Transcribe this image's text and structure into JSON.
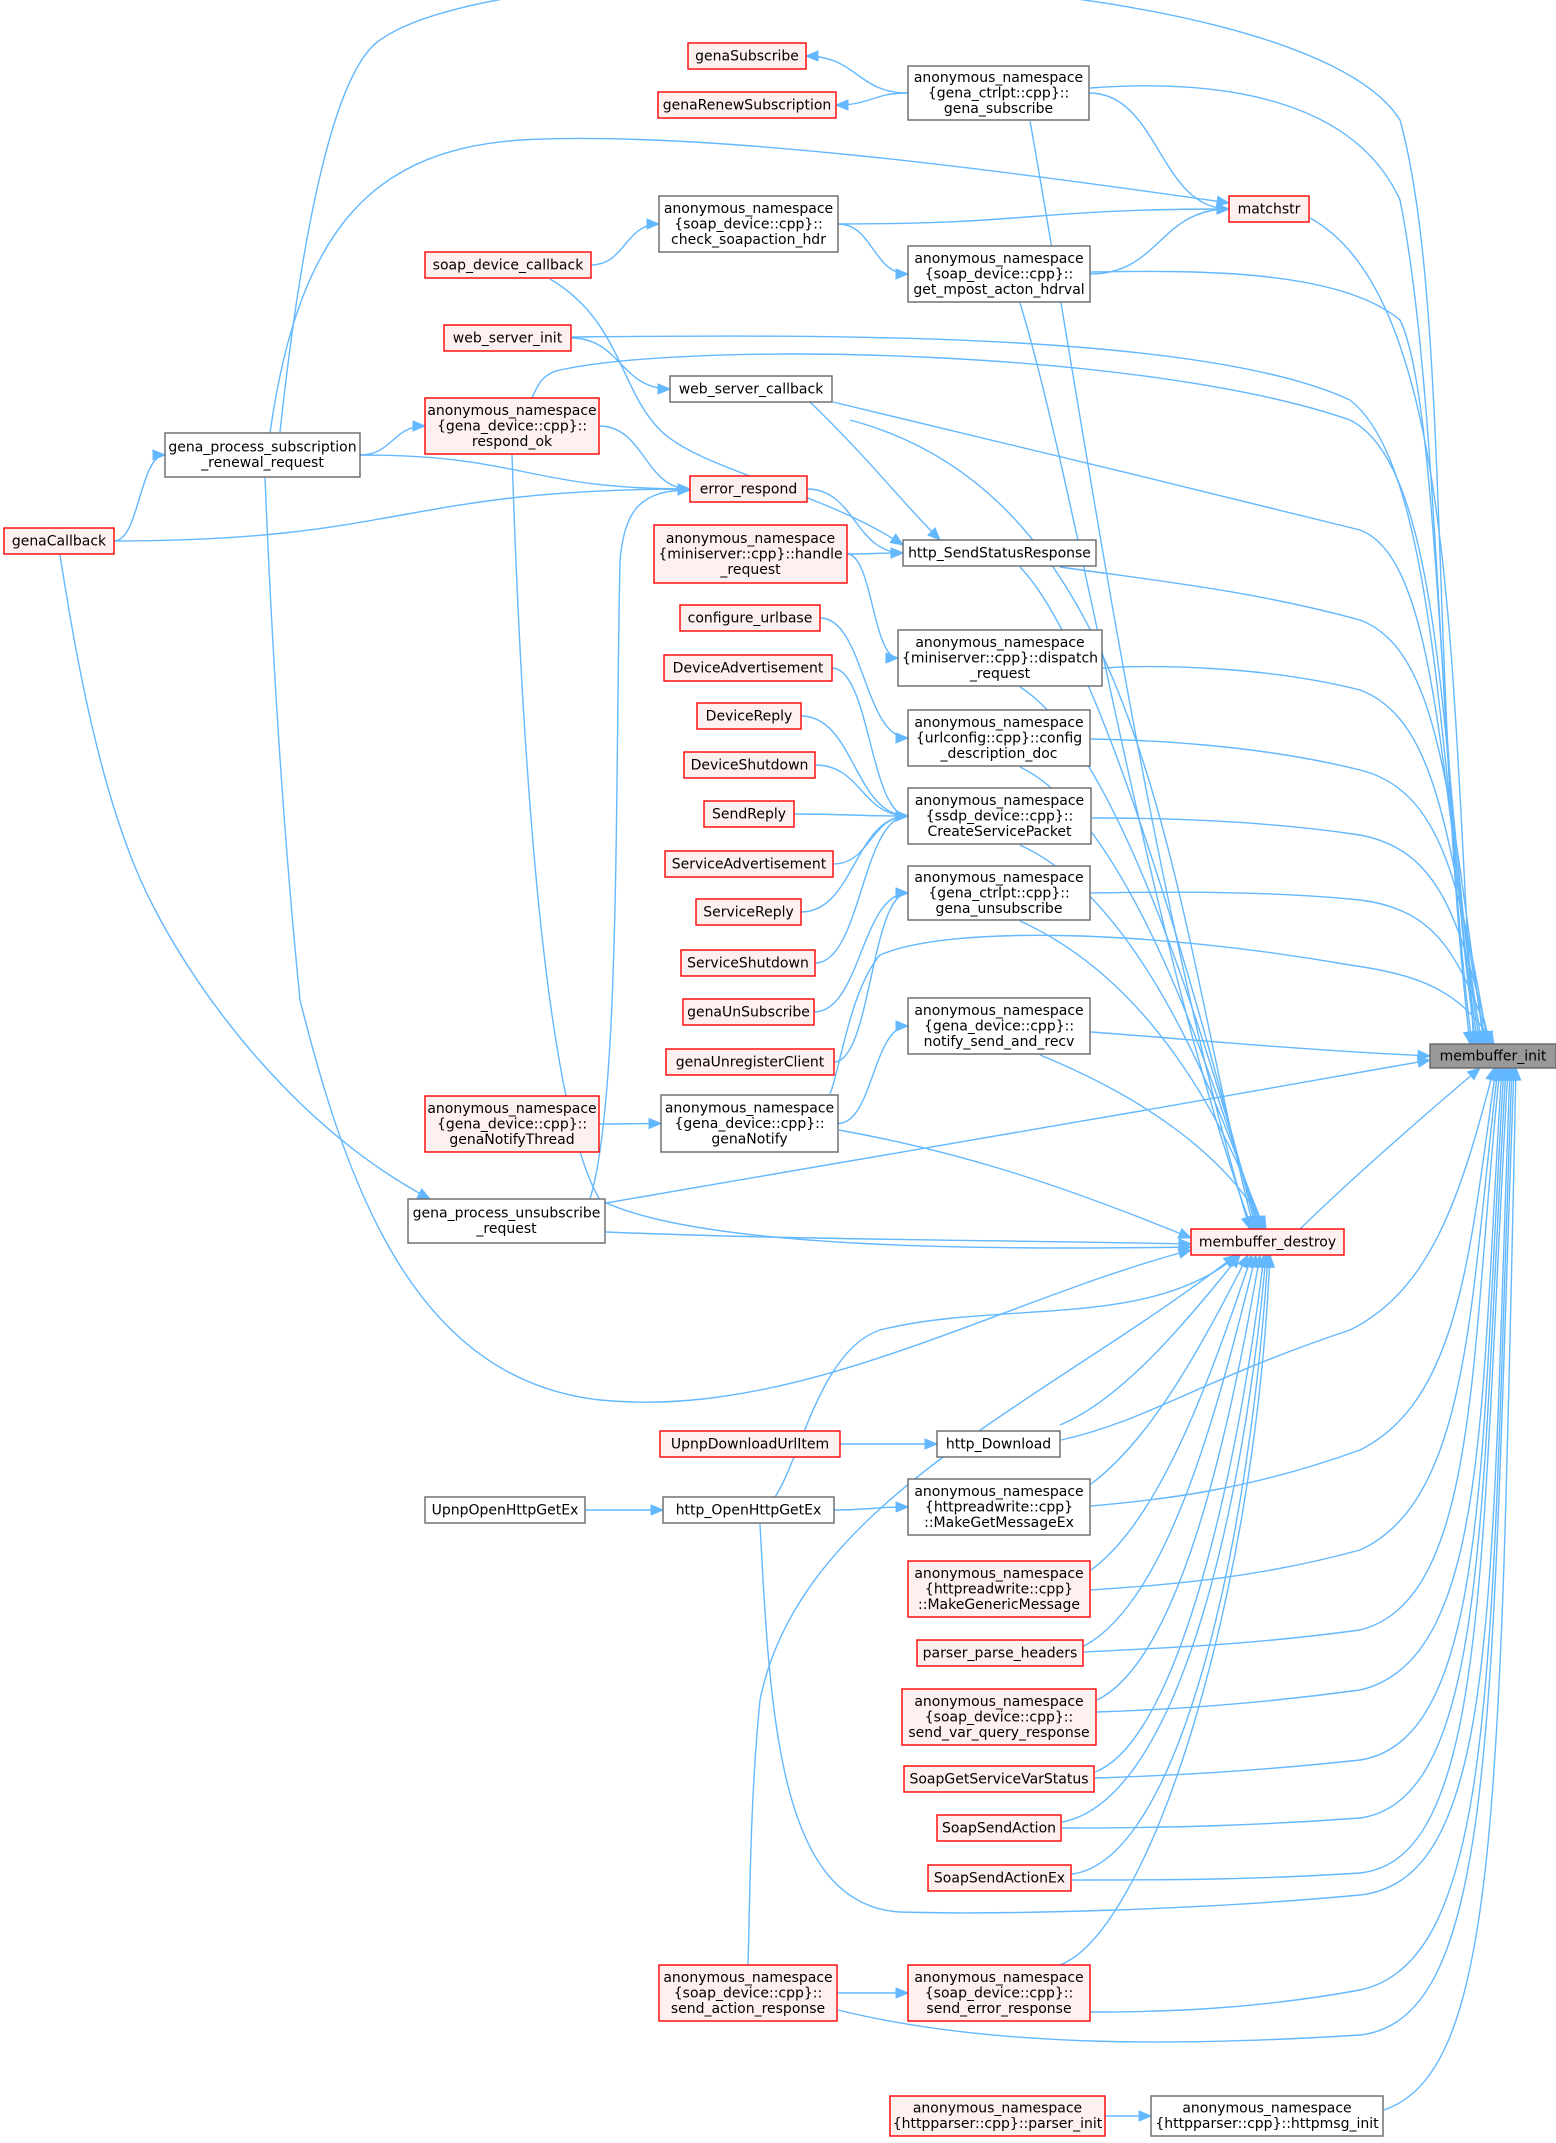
{
  "colors": {
    "edge": "#63b8ff",
    "node_border": "#666666",
    "node_fill": "#ffffff",
    "missing_doc_border": "#ff0000",
    "missing_doc_fill": "#fff0f0",
    "focus_fill": "#999999"
  },
  "nodes": [
    {
      "id": "membuffer_init",
      "lines": [
        "membuffer_init"
      ],
      "style": "focus"
    },
    {
      "id": "membuffer_destroy",
      "lines": [
        "membuffer_destroy"
      ],
      "style": "red"
    },
    {
      "id": "matchstr",
      "lines": [
        "matchstr"
      ],
      "style": "red"
    },
    {
      "id": "genaSubscribe",
      "lines": [
        "genaSubscribe"
      ],
      "style": "red"
    },
    {
      "id": "genaRenewSubscription",
      "lines": [
        "genaRenewSubscription"
      ],
      "style": "red"
    },
    {
      "id": "gena_subscribe",
      "lines": [
        "anonymous_namespace",
        "{gena_ctrlpt::cpp}::",
        "gena_subscribe"
      ],
      "style": "plain"
    },
    {
      "id": "check_soapaction_hdr",
      "lines": [
        "anonymous_namespace",
        "{soap_device::cpp}::",
        "check_soapaction_hdr"
      ],
      "style": "plain"
    },
    {
      "id": "get_mpost_acton_hdrval",
      "lines": [
        "anonymous_namespace",
        "{soap_device::cpp}::",
        "get_mpost_acton_hdrval"
      ],
      "style": "plain"
    },
    {
      "id": "soap_device_callback",
      "lines": [
        "soap_device_callback"
      ],
      "style": "red"
    },
    {
      "id": "web_server_init",
      "lines": [
        "web_server_init"
      ],
      "style": "red"
    },
    {
      "id": "web_server_callback",
      "lines": [
        "web_server_callback"
      ],
      "style": "plain"
    },
    {
      "id": "respond_ok",
      "lines": [
        "anonymous_namespace",
        "{gena_device::cpp}::",
        "respond_ok"
      ],
      "style": "red"
    },
    {
      "id": "gena_process_subscription_renewal_request",
      "lines": [
        "gena_process_subscription",
        "_renewal_request"
      ],
      "style": "plain"
    },
    {
      "id": "error_respond",
      "lines": [
        "error_respond"
      ],
      "style": "red"
    },
    {
      "id": "genaCallback",
      "lines": [
        "genaCallback"
      ],
      "style": "red"
    },
    {
      "id": "handle_request",
      "lines": [
        "anonymous_namespace",
        "{miniserver::cpp}::handle",
        "_request"
      ],
      "style": "red"
    },
    {
      "id": "http_SendStatusResponse",
      "lines": [
        "http_SendStatusResponse"
      ],
      "style": "plain"
    },
    {
      "id": "configure_urlbase",
      "lines": [
        "configure_urlbase"
      ],
      "style": "red"
    },
    {
      "id": "dispatch_request",
      "lines": [
        "anonymous_namespace",
        "{miniserver::cpp}::dispatch",
        "_request"
      ],
      "style": "plain"
    },
    {
      "id": "DeviceAdvertisement",
      "lines": [
        "DeviceAdvertisement"
      ],
      "style": "red"
    },
    {
      "id": "config_description_doc",
      "lines": [
        "anonymous_namespace",
        "{urlconfig::cpp}::config",
        "_description_doc"
      ],
      "style": "plain"
    },
    {
      "id": "DeviceReply",
      "lines": [
        "DeviceReply"
      ],
      "style": "red"
    },
    {
      "id": "DeviceShutdown",
      "lines": [
        "DeviceShutdown"
      ],
      "style": "red"
    },
    {
      "id": "CreateServicePacket",
      "lines": [
        "anonymous_namespace",
        "{ssdp_device::cpp}::",
        "CreateServicePacket"
      ],
      "style": "plain"
    },
    {
      "id": "SendReply",
      "lines": [
        "SendReply"
      ],
      "style": "red"
    },
    {
      "id": "ServiceAdvertisement",
      "lines": [
        "ServiceAdvertisement"
      ],
      "style": "red"
    },
    {
      "id": "ServiceReply",
      "lines": [
        "ServiceReply"
      ],
      "style": "red"
    },
    {
      "id": "gena_unsubscribe",
      "lines": [
        "anonymous_namespace",
        "{gena_ctrlpt::cpp}::",
        "gena_unsubscribe"
      ],
      "style": "plain"
    },
    {
      "id": "ServiceShutdown",
      "lines": [
        "ServiceShutdown"
      ],
      "style": "red"
    },
    {
      "id": "genaUnSubscribe",
      "lines": [
        "genaUnSubscribe"
      ],
      "style": "red"
    },
    {
      "id": "genaUnregisterClient",
      "lines": [
        "genaUnregisterClient"
      ],
      "style": "red"
    },
    {
      "id": "notify_send_and_recv",
      "lines": [
        "anonymous_namespace",
        "{gena_device::cpp}::",
        "notify_send_and_recv"
      ],
      "style": "plain"
    },
    {
      "id": "genaNotifyThread",
      "lines": [
        "anonymous_namespace",
        "{gena_device::cpp}::",
        "genaNotifyThread"
      ],
      "style": "red"
    },
    {
      "id": "genaNotify",
      "lines": [
        "anonymous_namespace",
        "{gena_device::cpp}::",
        "genaNotify"
      ],
      "style": "plain"
    },
    {
      "id": "gena_process_unsubscribe_request",
      "lines": [
        "gena_process_unsubscribe",
        "_request"
      ],
      "style": "plain"
    },
    {
      "id": "UpnpDownloadUrlItem",
      "lines": [
        "UpnpDownloadUrlItem"
      ],
      "style": "red"
    },
    {
      "id": "http_Download",
      "lines": [
        "http_Download"
      ],
      "style": "plain"
    },
    {
      "id": "UpnpOpenHttpGetEx",
      "lines": [
        "UpnpOpenHttpGetEx"
      ],
      "style": "plain"
    },
    {
      "id": "http_OpenHttpGetEx",
      "lines": [
        "http_OpenHttpGetEx"
      ],
      "style": "plain"
    },
    {
      "id": "MakeGetMessageEx",
      "lines": [
        "anonymous_namespace",
        "{httpreadwrite::cpp}",
        "::MakeGetMessageEx"
      ],
      "style": "plain"
    },
    {
      "id": "MakeGenericMessage",
      "lines": [
        "anonymous_namespace",
        "{httpreadwrite::cpp}",
        "::MakeGenericMessage"
      ],
      "style": "red"
    },
    {
      "id": "parser_parse_headers",
      "lines": [
        "parser_parse_headers"
      ],
      "style": "red"
    },
    {
      "id": "send_var_query_response",
      "lines": [
        "anonymous_namespace",
        "{soap_device::cpp}::",
        "send_var_query_response"
      ],
      "style": "red"
    },
    {
      "id": "SoapGetServiceVarStatus",
      "lines": [
        "SoapGetServiceVarStatus"
      ],
      "style": "red"
    },
    {
      "id": "SoapSendAction",
      "lines": [
        "SoapSendAction"
      ],
      "style": "red"
    },
    {
      "id": "SoapSendActionEx",
      "lines": [
        "SoapSendActionEx"
      ],
      "style": "red"
    },
    {
      "id": "send_action_response",
      "lines": [
        "anonymous_namespace",
        "{soap_device::cpp}::",
        "send_action_response"
      ],
      "style": "red"
    },
    {
      "id": "send_error_response",
      "lines": [
        "anonymous_namespace",
        "{soap_device::cpp}::",
        "send_error_response"
      ],
      "style": "red"
    },
    {
      "id": "parser_init",
      "lines": [
        "anonymous_namespace",
        "{httpparser::cpp}::parser_init"
      ],
      "style": "red"
    },
    {
      "id": "httpmsg_init",
      "lines": [
        "anonymous_namespace",
        "{httpparser::cpp}::httpmsg_init"
      ],
      "style": "plain"
    }
  ],
  "edges": [
    [
      "genaSubscribe",
      "gena_subscribe"
    ],
    [
      "genaRenewSubscription",
      "gena_subscribe"
    ],
    [
      "matchstr",
      "gena_subscribe"
    ],
    [
      "matchstr",
      "check_soapaction_hdr"
    ],
    [
      "matchstr",
      "get_mpost_acton_hdrval"
    ],
    [
      "matchstr",
      "gena_process_subscription_renewal_request"
    ],
    [
      "check_soapaction_hdr",
      "soap_device_callback"
    ],
    [
      "get_mpost_acton_hdrval",
      "check_soapaction_hdr"
    ],
    [
      "web_server_callback",
      "web_server_init"
    ],
    [
      "respond_ok",
      "gena_process_subscription_renewal_request"
    ],
    [
      "error_respond",
      "respond_ok"
    ],
    [
      "error_respond",
      "gena_process_subscription_renewal_request"
    ],
    [
      "error_respond",
      "genaCallback"
    ],
    [
      "gena_process_subscription_renewal_request",
      "genaCallback"
    ],
    [
      "http_SendStatusResponse",
      "error_respond"
    ],
    [
      "http_SendStatusResponse",
      "handle_request"
    ],
    [
      "http_SendStatusResponse",
      "web_server_callback"
    ],
    [
      "http_SendStatusResponse",
      "soap_device_callback"
    ],
    [
      "dispatch_request",
      "handle_request"
    ],
    [
      "config_description_doc",
      "configure_urlbase"
    ],
    [
      "CreateServicePacket",
      "DeviceAdvertisement"
    ],
    [
      "CreateServicePacket",
      "DeviceReply"
    ],
    [
      "CreateServicePacket",
      "DeviceShutdown"
    ],
    [
      "CreateServicePacket",
      "SendReply"
    ],
    [
      "CreateServicePacket",
      "ServiceAdvertisement"
    ],
    [
      "CreateServicePacket",
      "ServiceReply"
    ],
    [
      "CreateServicePacket",
      "ServiceShutdown"
    ],
    [
      "gena_unsubscribe",
      "genaUnSubscribe"
    ],
    [
      "gena_unsubscribe",
      "genaUnregisterClient"
    ],
    [
      "notify_send_and_recv",
      "genaNotify"
    ],
    [
      "genaNotify",
      "genaNotifyThread"
    ],
    [
      "gena_process_unsubscribe_request",
      "genaCallback"
    ],
    [
      "error_respond",
      "gena_process_unsubscribe_request"
    ],
    [
      "http_Download",
      "UpnpDownloadUrlItem"
    ],
    [
      "http_OpenHttpGetEx",
      "UpnpOpenHttpGetEx"
    ],
    [
      "MakeGetMessageEx",
      "http_OpenHttpGetEx"
    ],
    [
      "send_error_response",
      "send_action_response"
    ],
    [
      "httpmsg_init",
      "parser_init"
    ],
    [
      "membuffer_destroy",
      "gena_subscribe"
    ],
    [
      "membuffer_destroy",
      "get_mpost_acton_hdrval"
    ],
    [
      "membuffer_destroy",
      "web_server_callback"
    ],
    [
      "membuffer_destroy",
      "http_SendStatusResponse"
    ],
    [
      "membuffer_destroy",
      "dispatch_request"
    ],
    [
      "membuffer_destroy",
      "config_description_doc"
    ],
    [
      "membuffer_destroy",
      "CreateServicePacket"
    ],
    [
      "membuffer_destroy",
      "gena_unsubscribe"
    ],
    [
      "membuffer_destroy",
      "notify_send_and_recv"
    ],
    [
      "membuffer_destroy",
      "genaNotify"
    ],
    [
      "membuffer_destroy",
      "gena_process_unsubscribe_request"
    ],
    [
      "membuffer_destroy",
      "respond_ok"
    ],
    [
      "membuffer_destroy",
      "gena_process_subscription_renewal_request"
    ],
    [
      "membuffer_destroy",
      "http_Download"
    ],
    [
      "membuffer_destroy",
      "http_OpenHttpGetEx"
    ],
    [
      "membuffer_destroy",
      "MakeGetMessageEx"
    ],
    [
      "membuffer_destroy",
      "MakeGenericMessage"
    ],
    [
      "membuffer_destroy",
      "parser_parse_headers"
    ],
    [
      "membuffer_destroy",
      "send_var_query_response"
    ],
    [
      "membuffer_destroy",
      "SoapGetServiceVarStatus"
    ],
    [
      "membuffer_destroy",
      "SoapSendAction"
    ],
    [
      "membuffer_destroy",
      "SoapSendActionEx"
    ],
    [
      "membuffer_destroy",
      "send_error_response"
    ],
    [
      "membuffer_destroy",
      "send_action_response"
    ],
    [
      "membuffer_init",
      "gena_process_subscription_renewal_request"
    ],
    [
      "membuffer_init",
      "gena_subscribe"
    ],
    [
      "membuffer_init",
      "matchstr"
    ],
    [
      "membuffer_init",
      "get_mpost_acton_hdrval"
    ],
    [
      "membuffer_init",
      "web_server_init"
    ],
    [
      "membuffer_init",
      "respond_ok"
    ],
    [
      "membuffer_init",
      "web_server_callback"
    ],
    [
      "membuffer_init",
      "http_SendStatusResponse"
    ],
    [
      "membuffer_init",
      "dispatch_request"
    ],
    [
      "membuffer_init",
      "config_description_doc"
    ],
    [
      "membuffer_init",
      "CreateServicePacket"
    ],
    [
      "membuffer_init",
      "gena_unsubscribe"
    ],
    [
      "membuffer_init",
      "genaNotify"
    ],
    [
      "membuffer_init",
      "notify_send_and_recv"
    ],
    [
      "membuffer_init",
      "gena_process_unsubscribe_request"
    ],
    [
      "membuffer_init",
      "membuffer_destroy"
    ],
    [
      "membuffer_init",
      "http_Download"
    ],
    [
      "membuffer_init",
      "MakeGetMessageEx"
    ],
    [
      "membuffer_init",
      "MakeGenericMessage"
    ],
    [
      "membuffer_init",
      "parser_parse_headers"
    ],
    [
      "membuffer_init",
      "send_var_query_response"
    ],
    [
      "membuffer_init",
      "SoapGetServiceVarStatus"
    ],
    [
      "membuffer_init",
      "SoapSendAction"
    ],
    [
      "membuffer_init",
      "SoapSendActionEx"
    ],
    [
      "membuffer_init",
      "http_OpenHttpGetEx"
    ],
    [
      "membuffer_init",
      "send_error_response"
    ],
    [
      "membuffer_init",
      "send_action_response"
    ],
    [
      "membuffer_init",
      "httpmsg_init"
    ]
  ]
}
